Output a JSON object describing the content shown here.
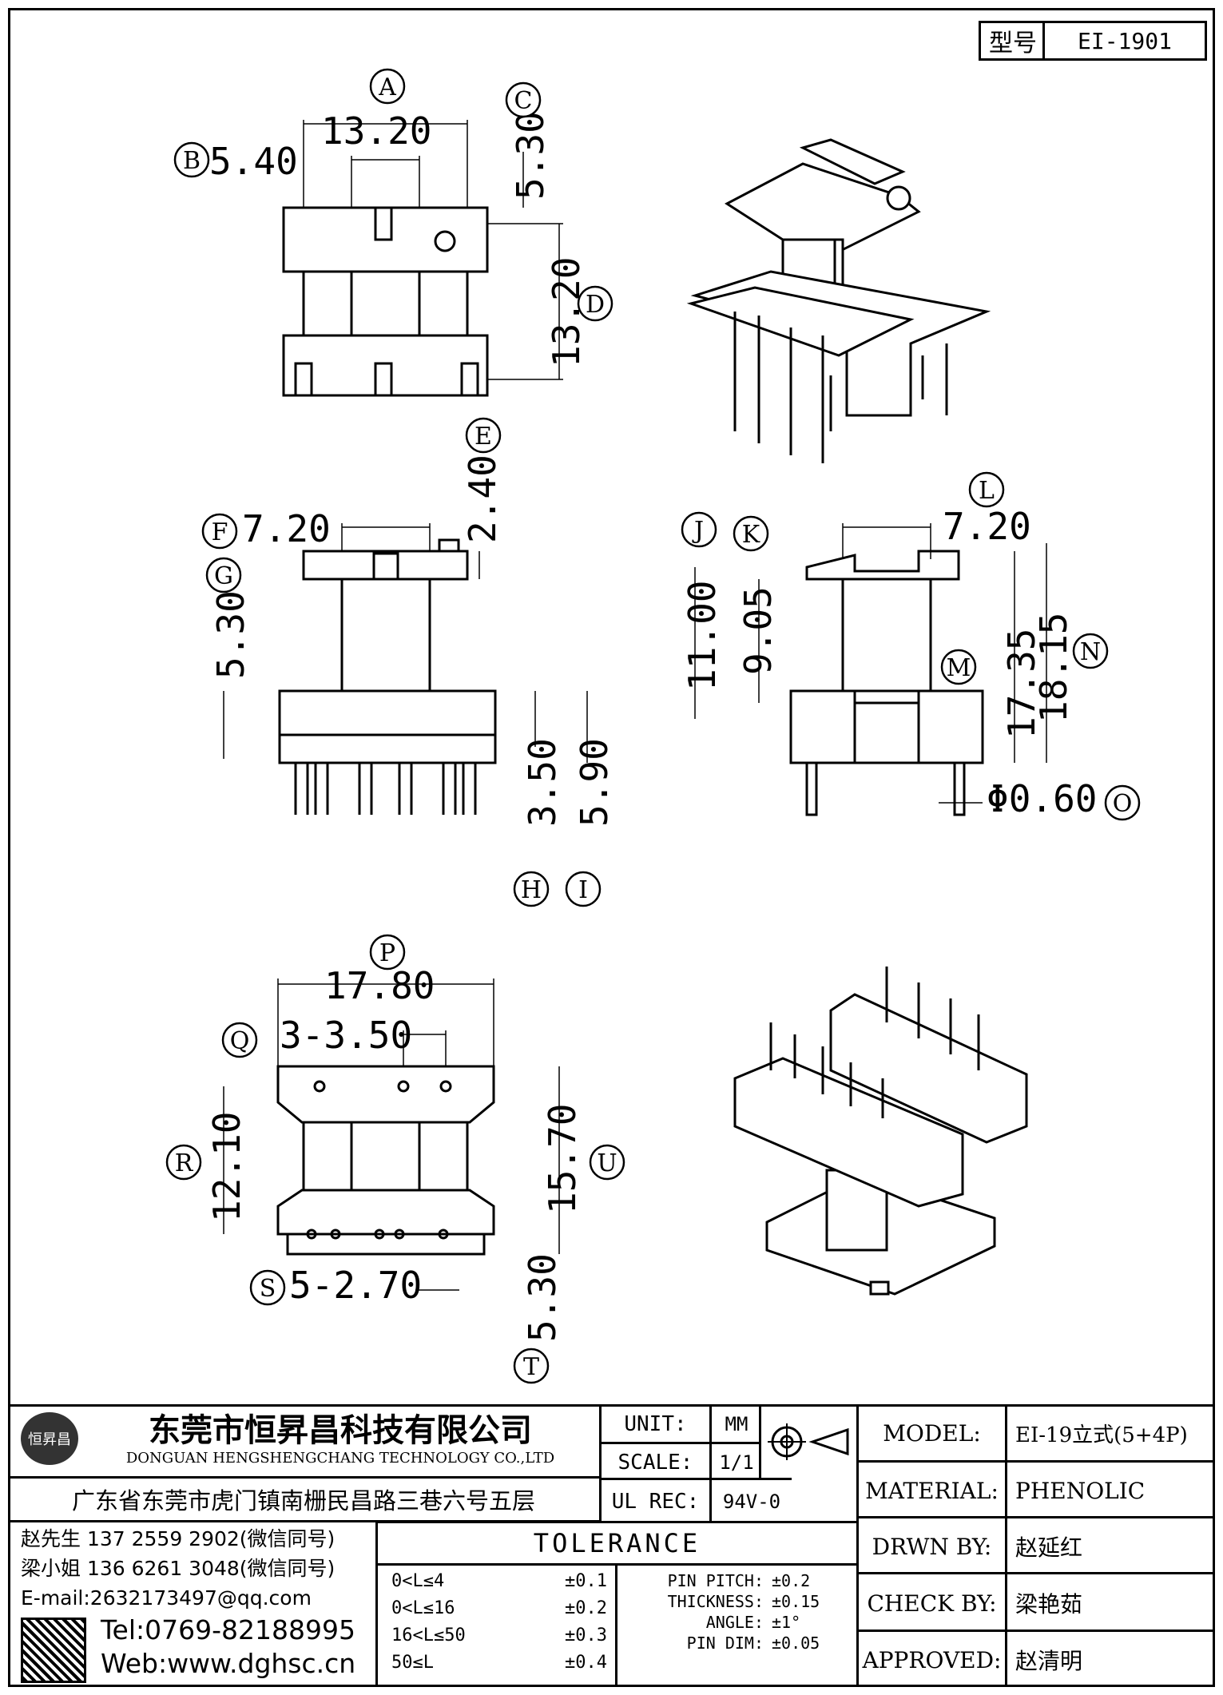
{
  "title_block": {
    "model_label": "型号",
    "model_value": "EI-1901"
  },
  "dims": {
    "A": "13.20",
    "B": "5.40",
    "C": "5.30",
    "D": "13.20",
    "E": "2.40",
    "F": "7.20",
    "G": "5.30",
    "H": "3.50",
    "I": "5.90",
    "J": "11.00",
    "K": "9.05",
    "L": "7.20",
    "M": "17.35",
    "N": "18.15",
    "O": "Φ0.60",
    "P": "17.80",
    "Q": "3-3.50",
    "R": "12.10",
    "S": "5-2.70",
    "T": "5.30",
    "U": "15.70"
  },
  "markers": [
    "A",
    "B",
    "C",
    "D",
    "E",
    "F",
    "G",
    "H",
    "I",
    "J",
    "K",
    "L",
    "M",
    "N",
    "O",
    "P",
    "Q",
    "R",
    "S",
    "T",
    "U"
  ],
  "company": {
    "name_cn": "东莞市恒昇昌科技有限公司",
    "name_en": "DONGUAN HENGSHENGCHANG TECHNOLOGY CO.,LTD",
    "address": "广东省东莞市虎门镇南栅民昌路三巷六号五层",
    "logo_text": "恒昇昌",
    "contacts": [
      "赵先生 137 2559 2902(微信同号)",
      "梁小姐 136 6261 3048(微信同号)",
      "E-mail:2632173497@qq.com"
    ],
    "tel": "Tel:0769-82188995",
    "web": "Web:www.dghsc.cn"
  },
  "spec": {
    "unit_label": "UNIT:",
    "unit_value": "MM",
    "scale_label": "SCALE:",
    "scale_value": "1/1",
    "ulrec_label": "UL REC:",
    "ulrec_value": "94V-0",
    "tolerance_title": "TOLERANCE",
    "tolerance_rows": [
      {
        "range": "0<L≤4",
        "tol": "±0.1"
      },
      {
        "range": "0<L≤16",
        "tol": "±0.2"
      },
      {
        "range": "16<L≤50",
        "tol": "±0.3"
      },
      {
        "range": "50≤L",
        "tol": "±0.4"
      }
    ],
    "other_tol": [
      {
        "label": "PIN PITCH:",
        "tol": "±0.2"
      },
      {
        "label": "THICKNESS:",
        "tol": "±0.15"
      },
      {
        "label": "ANGLE:",
        "tol": "±1°"
      },
      {
        "label": "PIN DIM:",
        "tol": "±0.05"
      }
    ]
  },
  "info": {
    "model_label": "MODEL:",
    "model_value": "EI-19立式(5+4P)",
    "material_label": "MATERIAL:",
    "material_value": "PHENOLIC",
    "drawn_label": "DRWN BY:",
    "drawn_value": "赵延红",
    "check_label": "CHECK BY:",
    "check_value": "梁艳茹",
    "approved_label": "APPROVED:",
    "approved_value": "赵清明"
  }
}
